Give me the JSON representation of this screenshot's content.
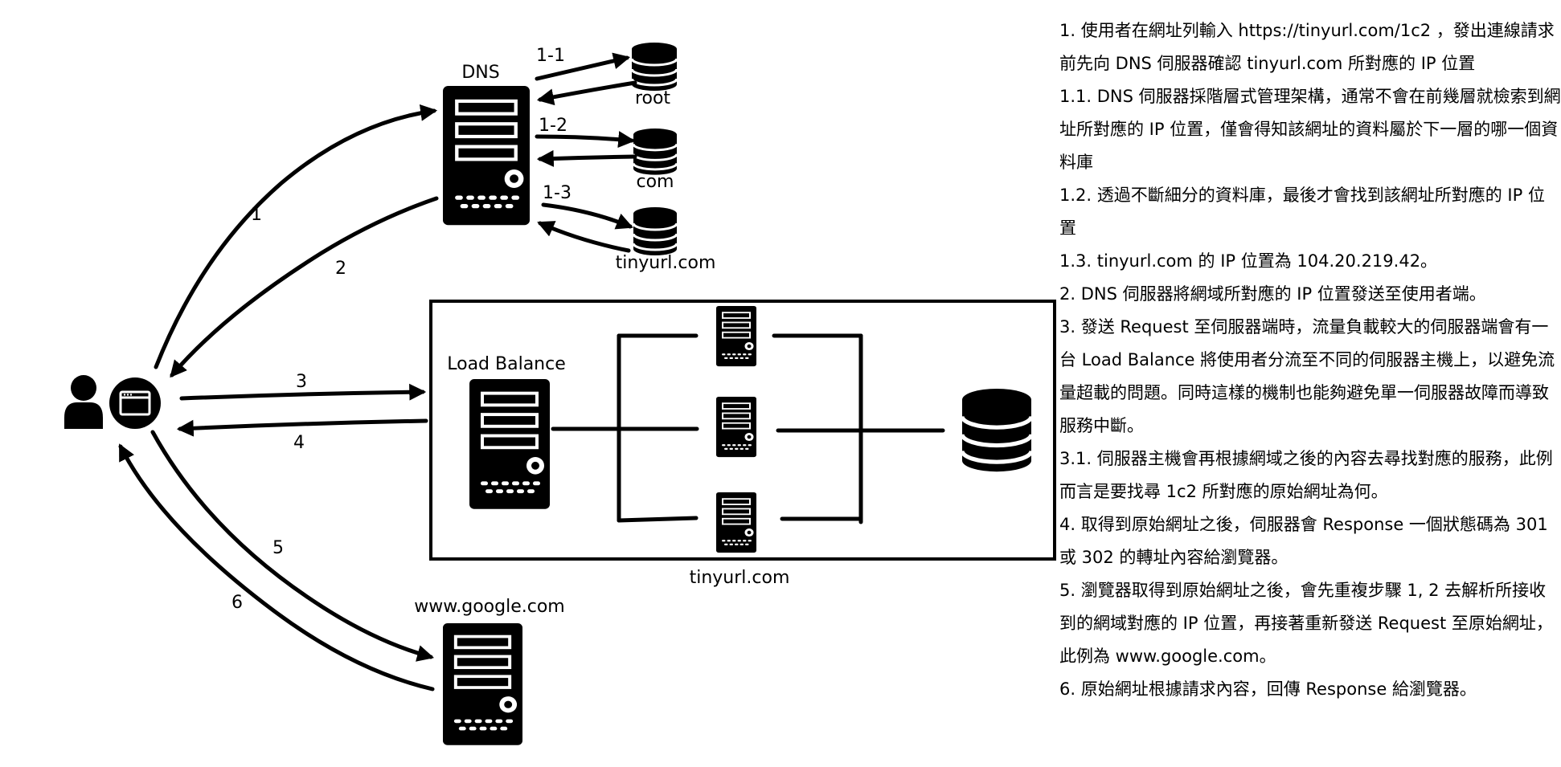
{
  "labels": {
    "dns": "DNS",
    "root": "root",
    "com": "com",
    "tinyurl_db": "tinyurl.com",
    "load_balance": "Load Balance",
    "tinyurl_cluster": "tinyurl.com",
    "google": "www.google.com"
  },
  "steps": {
    "s1": "1",
    "s2": "2",
    "s3": "3",
    "s4": "4",
    "s5": "5",
    "s6": "6",
    "s1_1": "1-1",
    "s1_2": "1-2",
    "s1_3": "1-3"
  },
  "notes": [
    "1. 使用者在網址列輸入 https://tinyurl.com/1c2 ，發出連線請求前先向 DNS 伺服器確認 tinyurl.com 所對應的 IP 位置",
    "1.1. DNS 伺服器採階層式管理架構，通常不會在前幾層就檢索到網址所對應的 IP 位置，僅會得知該網址的資料屬於下一層的哪一個資料庫",
    "1.2. 透過不斷細分的資料庫，最後才會找到該網址所對應的 IP 位置",
    "1.3. tinyurl.com 的 IP 位置為 104.20.219.42。",
    "2. DNS 伺服器將網域所對應的 IP 位置發送至使用者端。",
    "3. 發送 Request 至伺服器端時，流量負載較大的伺服器端會有一台 Load Balance 將使用者分流至不同的伺服器主機上，以避免流量超載的問題。同時這樣的機制也能夠避免單一伺服器故障而導致服務中斷。",
    "3.1. 伺服器主機會再根據網域之後的內容去尋找對應的服務，此例而言是要找尋 1c2 所對應的原始網址為何。",
    "4. 取得到原始網址之後，伺服器會 Response 一個狀態碼為 301 或 302 的轉址內容給瀏覽器。",
    "5. 瀏覽器取得到原始網址之後，會先重複步驟 1, 2 去解析所接收到的網域對應的 IP 位置，再接著重新發送 Request 至原始網址，此例為 www.google.com。",
    "6. 原始網址根據請求內容，回傳 Response 給瀏覽器。"
  ]
}
